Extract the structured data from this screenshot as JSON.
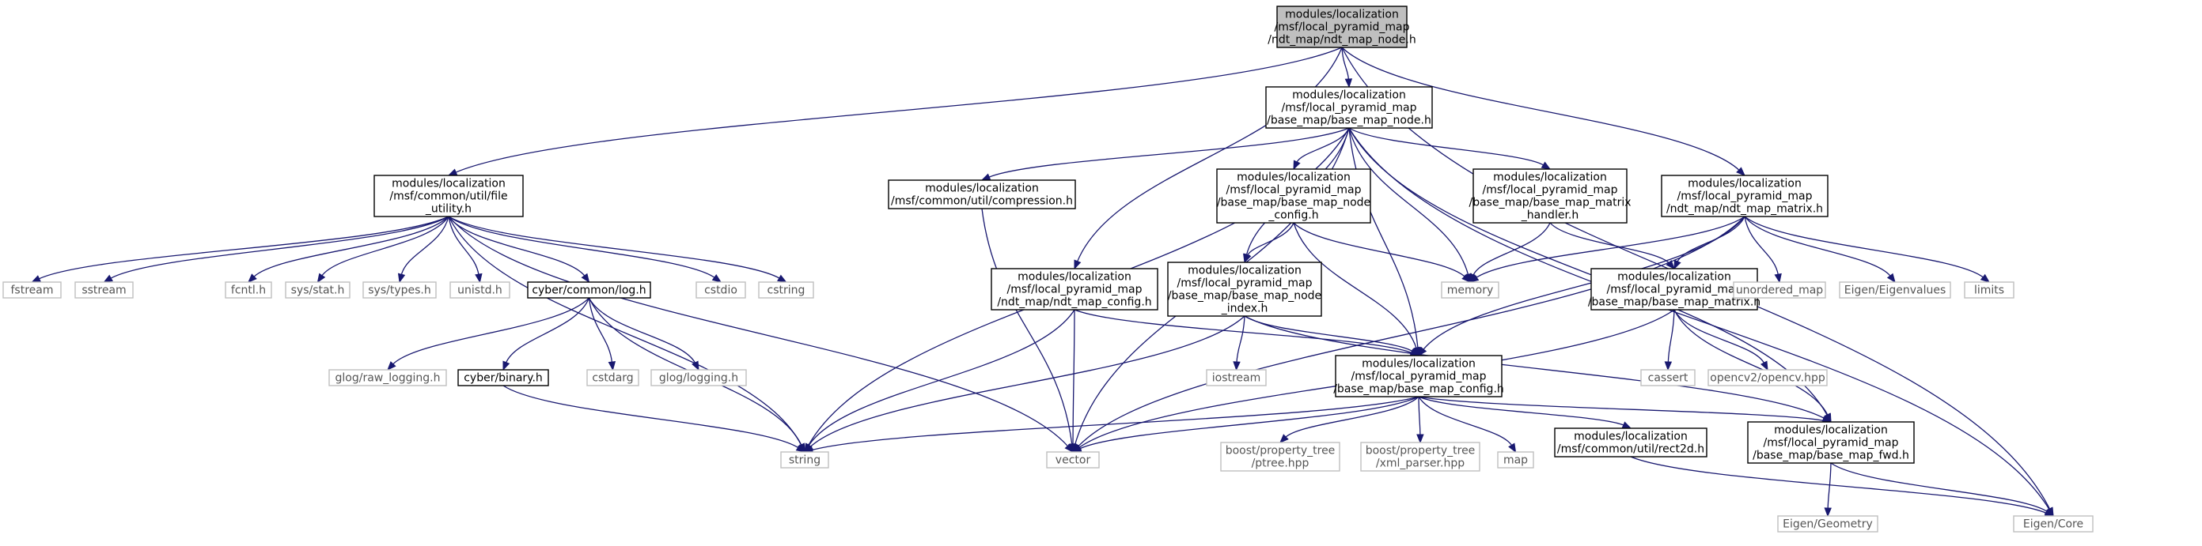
{
  "graph": {
    "colors": {
      "edge": "#191970",
      "root_fill": "#bfbfbf",
      "internal_border": "#000000",
      "external_border": "#bfbfbf",
      "external_text": "#555555"
    },
    "nodes": [
      {
        "id": "ndt_map_node",
        "kind": "root",
        "label": [
          "modules/localization",
          "/msf/local_pyramid_map",
          "/ndt_map/ndt_map_node.h"
        ]
      },
      {
        "id": "base_map_node",
        "kind": "internal",
        "label": [
          "modules/localization",
          "/msf/local_pyramid_map",
          "/base_map/base_map_node.h"
        ]
      },
      {
        "id": "file_utility",
        "kind": "internal",
        "label": [
          "modules/localization",
          "/msf/common/util/file",
          "_utility.h"
        ]
      },
      {
        "id": "compression",
        "kind": "internal",
        "label": [
          "modules/localization",
          "/msf/common/util/compression.h"
        ]
      },
      {
        "id": "base_map_node_config",
        "kind": "internal",
        "label": [
          "modules/localization",
          "/msf/local_pyramid_map",
          "/base_map/base_map_node",
          "_config.h"
        ]
      },
      {
        "id": "base_map_matrix_handler",
        "kind": "internal",
        "label": [
          "modules/localization",
          "/msf/local_pyramid_map",
          "/base_map/base_map_matrix",
          "_handler.h"
        ]
      },
      {
        "id": "ndt_map_matrix",
        "kind": "internal",
        "label": [
          "modules/localization",
          "/msf/local_pyramid_map",
          "/ndt_map/ndt_map_matrix.h"
        ]
      },
      {
        "id": "ndt_map_config",
        "kind": "internal",
        "label": [
          "modules/localization",
          "/msf/local_pyramid_map",
          "/ndt_map/ndt_map_config.h"
        ]
      },
      {
        "id": "base_map_node_index",
        "kind": "internal",
        "label": [
          "modules/localization",
          "/msf/local_pyramid_map",
          "/base_map/base_map_node",
          "_index.h"
        ]
      },
      {
        "id": "base_map_matrix",
        "kind": "internal",
        "label": [
          "modules/localization",
          "/msf/local_pyramid_map",
          "/base_map/base_map_matrix.h"
        ]
      },
      {
        "id": "base_map_config",
        "kind": "internal",
        "label": [
          "modules/localization",
          "/msf/local_pyramid_map",
          "/base_map/base_map_config.h"
        ]
      },
      {
        "id": "base_map_fwd",
        "kind": "internal",
        "label": [
          "modules/localization",
          "/msf/local_pyramid_map",
          "/base_map/base_map_fwd.h"
        ]
      },
      {
        "id": "rect2d",
        "kind": "internal",
        "label": [
          "modules/localization",
          "/msf/common/util/rect2d.h"
        ]
      },
      {
        "id": "log",
        "kind": "internal",
        "label": [
          "cyber/common/log.h"
        ]
      },
      {
        "id": "binary",
        "kind": "internal",
        "label": [
          "cyber/binary.h"
        ]
      },
      {
        "id": "fstream",
        "kind": "external",
        "label": [
          "fstream"
        ]
      },
      {
        "id": "sstream",
        "kind": "external",
        "label": [
          "sstream"
        ]
      },
      {
        "id": "fcntl",
        "kind": "external",
        "label": [
          "fcntl.h"
        ]
      },
      {
        "id": "sys_stat",
        "kind": "external",
        "label": [
          "sys/stat.h"
        ]
      },
      {
        "id": "sys_types",
        "kind": "external",
        "label": [
          "sys/types.h"
        ]
      },
      {
        "id": "unistd",
        "kind": "external",
        "label": [
          "unistd.h"
        ]
      },
      {
        "id": "cstdio",
        "kind": "external",
        "label": [
          "cstdio"
        ]
      },
      {
        "id": "cstring",
        "kind": "external",
        "label": [
          "cstring"
        ]
      },
      {
        "id": "memory",
        "kind": "external",
        "label": [
          "memory"
        ]
      },
      {
        "id": "unordered_map",
        "kind": "external",
        "label": [
          "unordered_map"
        ]
      },
      {
        "id": "eigen_values",
        "kind": "external",
        "label": [
          "Eigen/Eigenvalues"
        ]
      },
      {
        "id": "limits",
        "kind": "external",
        "label": [
          "limits"
        ]
      },
      {
        "id": "glog_raw",
        "kind": "external",
        "label": [
          "glog/raw_logging.h"
        ]
      },
      {
        "id": "cstdarg",
        "kind": "external",
        "label": [
          "cstdarg"
        ]
      },
      {
        "id": "glog_logging",
        "kind": "external",
        "label": [
          "glog/logging.h"
        ]
      },
      {
        "id": "iostream",
        "kind": "external",
        "label": [
          "iostream"
        ]
      },
      {
        "id": "cassert",
        "kind": "external",
        "label": [
          "cassert"
        ]
      },
      {
        "id": "opencv",
        "kind": "external",
        "label": [
          "opencv2/opencv.hpp"
        ]
      },
      {
        "id": "string",
        "kind": "external",
        "label": [
          "string"
        ]
      },
      {
        "id": "vector",
        "kind": "external",
        "label": [
          "vector"
        ]
      },
      {
        "id": "ptree",
        "kind": "external",
        "label": [
          "boost/property_tree",
          "/ptree.hpp"
        ]
      },
      {
        "id": "xml_parser",
        "kind": "external",
        "label": [
          "boost/property_tree",
          "/xml_parser.hpp"
        ]
      },
      {
        "id": "map",
        "kind": "external",
        "label": [
          "map"
        ]
      },
      {
        "id": "eigen_geometry",
        "kind": "external",
        "label": [
          "Eigen/Geometry"
        ]
      },
      {
        "id": "eigen_core",
        "kind": "external",
        "label": [
          "Eigen/Core"
        ]
      }
    ],
    "edges": [
      [
        "ndt_map_node",
        "base_map_node"
      ],
      [
        "ndt_map_node",
        "file_utility"
      ],
      [
        "ndt_map_node",
        "ndt_map_matrix"
      ],
      [
        "ndt_map_node",
        "ndt_map_config"
      ],
      [
        "ndt_map_node",
        "eigen_core"
      ],
      [
        "base_map_node",
        "compression"
      ],
      [
        "base_map_node",
        "base_map_node_config"
      ],
      [
        "base_map_node",
        "base_map_matrix_handler"
      ],
      [
        "base_map_node",
        "base_map_node_index"
      ],
      [
        "base_map_node",
        "base_map_config"
      ],
      [
        "base_map_node",
        "base_map_fwd"
      ],
      [
        "base_map_node",
        "memory"
      ],
      [
        "base_map_node",
        "string"
      ],
      [
        "base_map_node",
        "vector"
      ],
      [
        "base_map_node",
        "eigen_core"
      ],
      [
        "file_utility",
        "fstream"
      ],
      [
        "file_utility",
        "sstream"
      ],
      [
        "file_utility",
        "fcntl"
      ],
      [
        "file_utility",
        "sys_stat"
      ],
      [
        "file_utility",
        "sys_types"
      ],
      [
        "file_utility",
        "unistd"
      ],
      [
        "file_utility",
        "log"
      ],
      [
        "file_utility",
        "cstdio"
      ],
      [
        "file_utility",
        "cstring"
      ],
      [
        "file_utility",
        "string"
      ],
      [
        "file_utility",
        "vector"
      ],
      [
        "log",
        "glog_raw"
      ],
      [
        "log",
        "binary"
      ],
      [
        "log",
        "cstdarg"
      ],
      [
        "log",
        "glog_logging"
      ],
      [
        "log",
        "string"
      ],
      [
        "binary",
        "string"
      ],
      [
        "compression",
        "vector"
      ],
      [
        "base_map_node_config",
        "base_map_node_index"
      ],
      [
        "base_map_node_config",
        "base_map_config"
      ],
      [
        "base_map_node_config",
        "memory"
      ],
      [
        "base_map_matrix_handler",
        "memory"
      ],
      [
        "base_map_matrix_handler",
        "base_map_matrix"
      ],
      [
        "ndt_map_matrix",
        "memory"
      ],
      [
        "ndt_map_matrix",
        "base_map_matrix"
      ],
      [
        "ndt_map_matrix",
        "base_map_config"
      ],
      [
        "ndt_map_matrix",
        "unordered_map"
      ],
      [
        "ndt_map_matrix",
        "eigen_values"
      ],
      [
        "ndt_map_matrix",
        "limits"
      ],
      [
        "ndt_map_matrix",
        "vector"
      ],
      [
        "ndt_map_config",
        "base_map_config"
      ],
      [
        "ndt_map_config",
        "string"
      ],
      [
        "ndt_map_config",
        "vector"
      ],
      [
        "base_map_node_index",
        "iostream"
      ],
      [
        "base_map_node_index",
        "string"
      ],
      [
        "base_map_node_index",
        "base_map_config"
      ],
      [
        "base_map_node_index",
        "base_map_fwd"
      ],
      [
        "base_map_matrix",
        "cassert"
      ],
      [
        "base_map_matrix",
        "opencv"
      ],
      [
        "base_map_matrix",
        "base_map_fwd"
      ],
      [
        "base_map_matrix",
        "vector"
      ],
      [
        "base_map_config",
        "string"
      ],
      [
        "base_map_config",
        "vector"
      ],
      [
        "base_map_config",
        "ptree"
      ],
      [
        "base_map_config",
        "xml_parser"
      ],
      [
        "base_map_config",
        "map"
      ],
      [
        "base_map_config",
        "rect2d"
      ],
      [
        "base_map_config",
        "base_map_fwd"
      ],
      [
        "rect2d",
        "eigen_core"
      ],
      [
        "base_map_fwd",
        "eigen_geometry"
      ],
      [
        "base_map_fwd",
        "eigen_core"
      ]
    ]
  }
}
